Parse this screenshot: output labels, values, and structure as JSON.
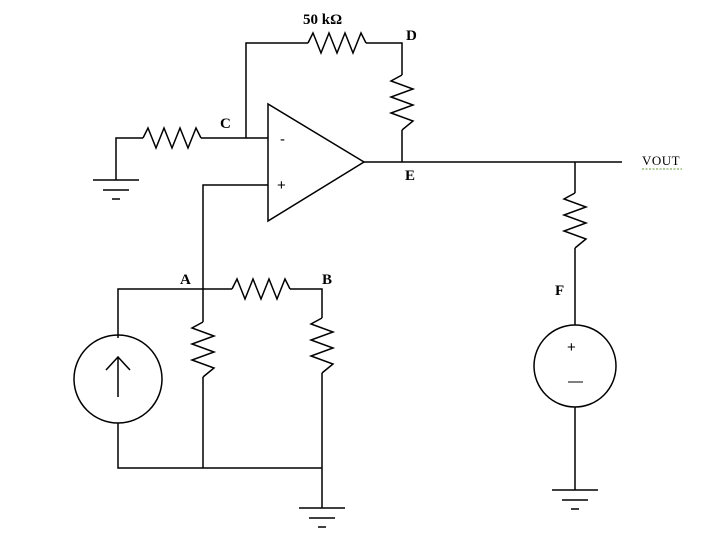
{
  "labels": {
    "resistor_value": "50 kΩ",
    "node_a": "A",
    "node_b": "B",
    "node_c": "C",
    "node_d": "D",
    "node_e": "E",
    "node_f": "F",
    "vout": "VOUT"
  },
  "opamp": {
    "inverting_sign": "-",
    "noninverting_sign": "+"
  },
  "voltage_source": {
    "plus_sign": "+",
    "minus_sign": "—"
  }
}
